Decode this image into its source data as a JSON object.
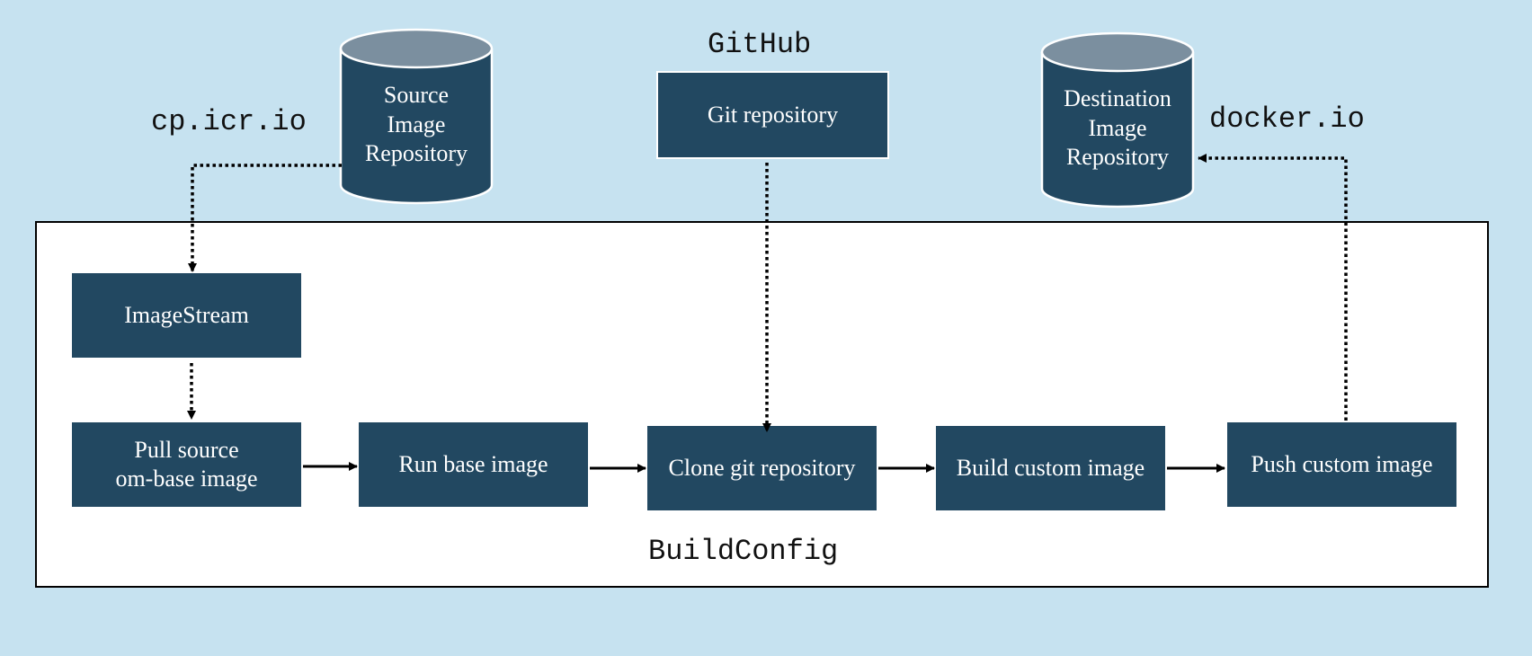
{
  "labels": {
    "source_registry": "cp.icr.io",
    "git_host": "GitHub",
    "dest_registry": "docker.io",
    "container": "BuildConfig"
  },
  "repositories": {
    "source": "Source\nImage\nRepository",
    "git": "Git repository",
    "destination": "Destination\nImage\nRepository"
  },
  "nodes": {
    "imagestream": "ImageStream",
    "pull_source": "Pull source\nom-base image",
    "run_base": "Run base image",
    "clone_git": "Clone git repository",
    "build_custom": "Build custom image",
    "push_custom": "Push custom image"
  },
  "colors": {
    "background": "#c6e2f0",
    "node_fill": "#224861",
    "cylinder_top": "#7b8f9f",
    "text_on_node": "#ffffff"
  }
}
